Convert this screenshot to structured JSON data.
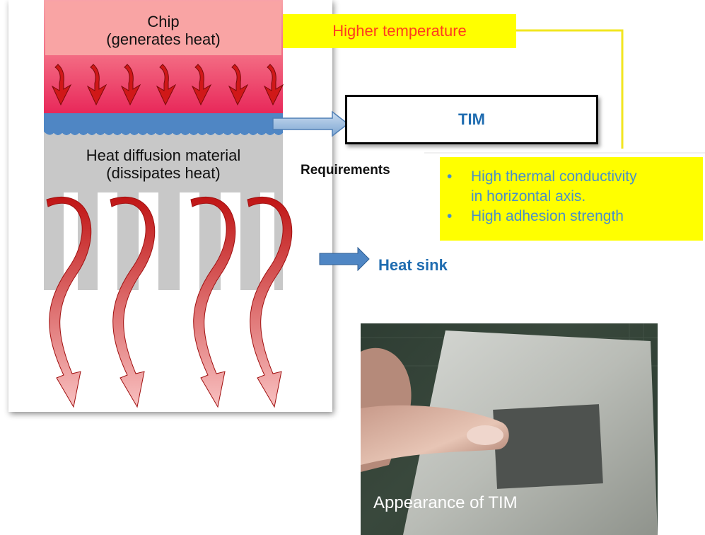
{
  "chip": {
    "line1": "Chip",
    "line2": "(generates heat)"
  },
  "diffusion": {
    "line1": "Heat diffusion material",
    "line2": "(dissipates heat)"
  },
  "callout": {
    "higher_temperature": "Higher temperature"
  },
  "tim_label": "TIM",
  "requirements": {
    "heading": "Requirements",
    "items": [
      {
        "bullet": "•",
        "line1": "High thermal conductivity",
        "line2": "in horizontal axis."
      },
      {
        "bullet": "•",
        "line1": "High adhesion strength",
        "line2": ""
      }
    ]
  },
  "heat_sink_label": "Heat sink",
  "photo": {
    "caption": "Appearance of TIM"
  },
  "colors": {
    "accent_blue": "#1f6cb0",
    "highlight_yellow": "#ffff00",
    "arrow_red": "#d01010",
    "higher_temp_text": "#ff3b1f"
  }
}
